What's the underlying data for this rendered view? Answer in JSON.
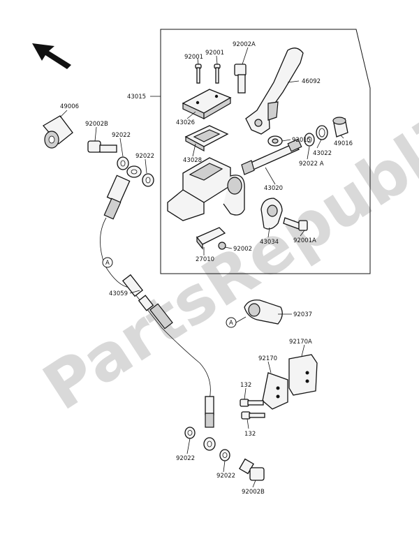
{
  "watermark": "PartsRepublik",
  "callout_letter": "A",
  "labels": {
    "p43015": "43015",
    "p92002A_top": "92002A",
    "p92001_a": "92001",
    "p92001_b": "92001",
    "p46092": "46092",
    "p49006": "49006",
    "p92002B_left": "92002B",
    "p92022_a": "92022",
    "p92022_b": "92022",
    "p43026": "43026",
    "p43028": "43028",
    "p92015": "92015",
    "p49016": "49016",
    "p43022": "43022",
    "p92022A": "92022 A",
    "p43020": "43020",
    "p43034": "43034",
    "p92001A": "92001A",
    "p92002": "92002",
    "p27010": "27010",
    "p43059": "43059",
    "p92037": "92037",
    "p92170A": "92170A",
    "p92170": "92170",
    "p132_a": "132",
    "p132_b": "132",
    "p92022_c": "92022",
    "p92022_d": "92022",
    "p92002B_bottom": "92002B"
  }
}
